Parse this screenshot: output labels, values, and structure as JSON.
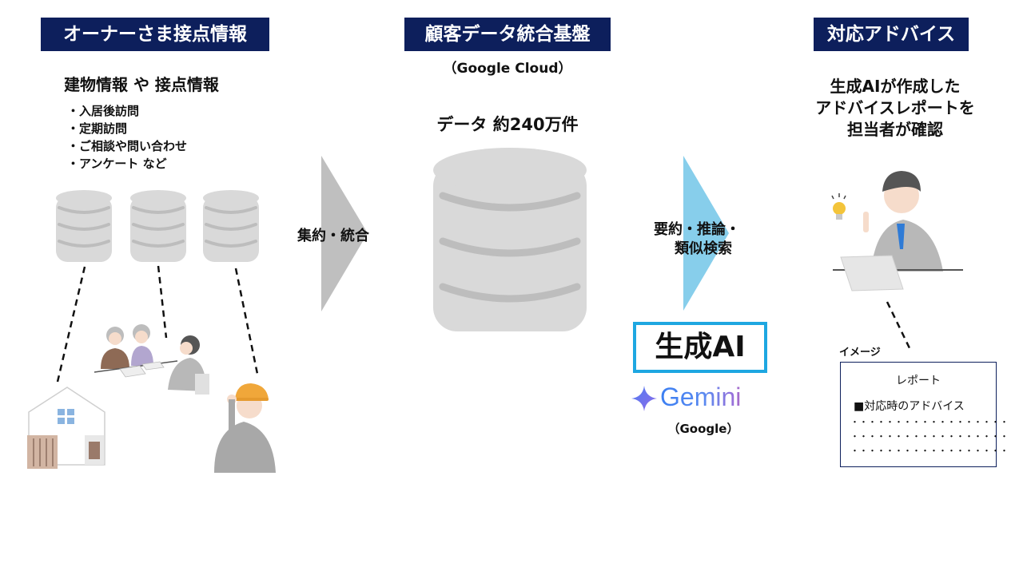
{
  "columns": {
    "owner": {
      "header": "オーナーさま接点情報",
      "subtitle": "建物情報 や 接点情報",
      "items": [
        "・入居後訪問",
        "・定期訪問",
        "・ご相談や問い合わせ",
        "・アンケート など"
      ]
    },
    "platform": {
      "header": "顧客データ統合基盤",
      "provider": "（Google Cloud）",
      "data_count": "データ 約240万件"
    },
    "advice": {
      "header": "対応アドバイス",
      "description_lines": [
        "生成AIが作成した",
        "アドバイスレポートを",
        "担当者が確認"
      ]
    }
  },
  "arrows": {
    "aggregate": "集約・統合",
    "ai_process_lines": [
      "要約・推論・",
      "類似検索"
    ]
  },
  "ai": {
    "label": "生成AI",
    "product": "Gemini",
    "vendor": "（Google）"
  },
  "report": {
    "image_label": "イメージ",
    "title": "レポート",
    "section": "■対応時のアドバイス",
    "dot_lines": [
      "・・・・・・・・・・・・・・・・・・",
      "・・・・・・・・・・・・・・・・・・",
      "・・・・・・・・・・・・・・・・・・"
    ]
  },
  "colors": {
    "header_bg": "#0d1f5c",
    "arrow_gray": "#bfbfbf",
    "arrow_blue": "#87ceeb",
    "ai_border": "#1ea7e1",
    "db_fill": "#d9d9d9",
    "db_line": "#bdbdbd"
  }
}
